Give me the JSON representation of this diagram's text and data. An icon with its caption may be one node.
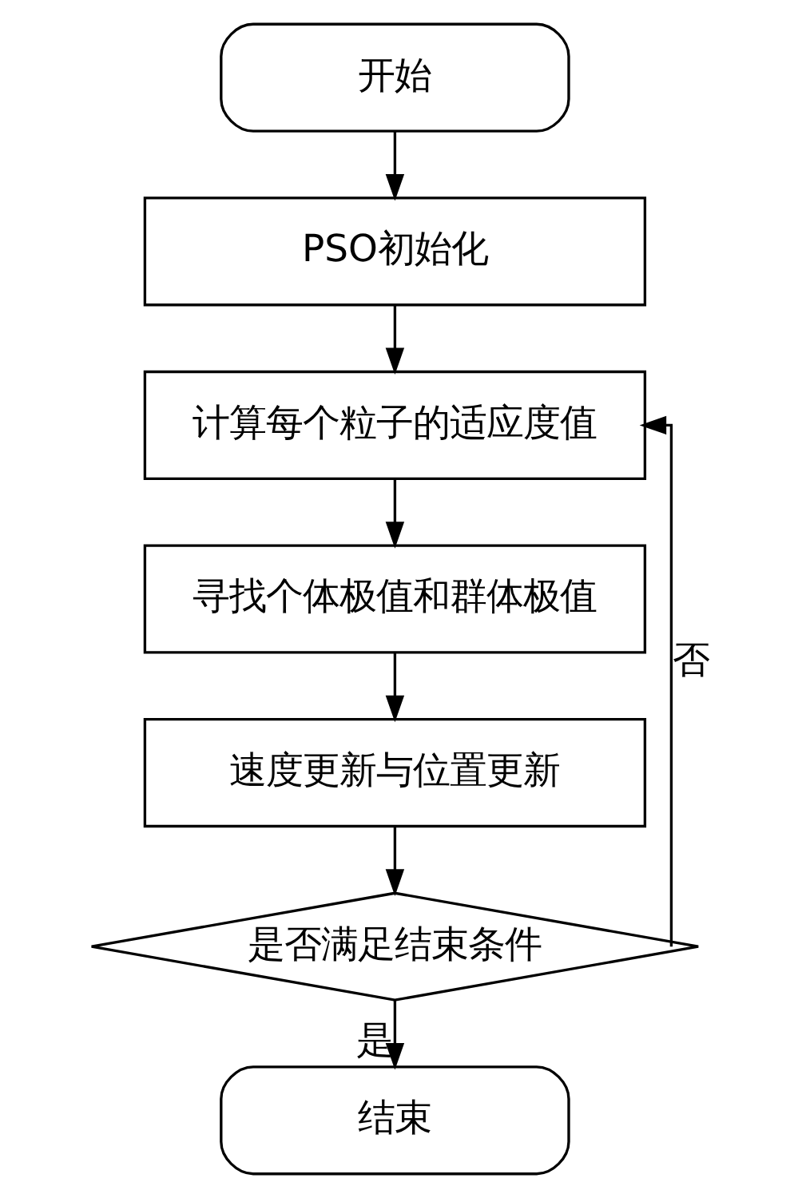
{
  "diagram": {
    "nodes": [
      {
        "text": [
          "开始"
        ]
      },
      {
        "text": [
          "PSO初始化"
        ]
      },
      {
        "text": [
          "计算每个粒子的适应度值"
        ]
      },
      {
        "text": [
          "寻找个体极值和群体极值"
        ]
      },
      {
        "text": [
          "速度更新与位置更新"
        ]
      },
      {
        "text": [
          "是否满足结束条件"
        ]
      },
      {
        "text": [
          "结束"
        ]
      }
    ],
    "edges": [
      {
        "from": 0,
        "to": 1,
        "arrow": "to"
      },
      {
        "from": 1,
        "to": 2,
        "arrow": "to"
      },
      {
        "from": 2,
        "to": 3,
        "arrow": "to"
      },
      {
        "from": 3,
        "to": 4,
        "arrow": "to"
      },
      {
        "from": 4,
        "to": 5,
        "arrow": "to"
      },
      {
        "from": 5,
        "to": 6,
        "arrow": "to",
        "label": "是"
      },
      {
        "from": 5,
        "to": 2,
        "arrow": "to",
        "label": "否"
      }
    ]
  }
}
